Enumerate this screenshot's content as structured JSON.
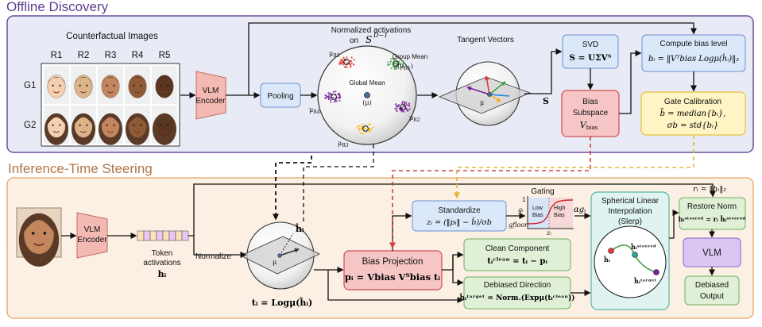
{
  "offline": {
    "title": "Offline Discovery",
    "counterfactual_title": "Counterfactual Images",
    "columns": [
      "R1",
      "R2",
      "R3",
      "R4",
      "R5"
    ],
    "rows": [
      "G1",
      "G2"
    ],
    "skin_tones": [
      "#f4cfb0",
      "#dcb489",
      "#c4875d",
      "#8f5a36",
      "#5a3520"
    ],
    "vlm_encoder": "VLM\nEncoder",
    "pooling": "Pooling",
    "normalized_title": "Normalized activations",
    "normalized_on": "on",
    "normalized_sphere": "S",
    "normalized_sup": "D−1",
    "group_mean": "Group Mean",
    "group_mean_sym": "(μ",
    "group_mean_sub": "R1",
    "global_mean": "Global Mean",
    "global_mean_sym": "(μ)",
    "mu_r5": "μ",
    "mu_r5_sub": "R5",
    "mu_r4": "μ",
    "mu_r4_sub": "R4",
    "mu_r2": "μ",
    "mu_r2_sub": "R2",
    "mu_r3": "μ",
    "mu_r3_sub": "R3",
    "cluster_colors": [
      "#e53935",
      "#43a047",
      "#7b1fa2",
      "#fbc02d"
    ],
    "tangent_title": "Tangent Vectors",
    "tangent_mu": "μ",
    "s_label": "S",
    "svd_title": "SVD",
    "svd_formula": "S = UΣVᵀ",
    "bias_subspace": "Bias\nSubspace",
    "bias_subspace_sym": "V",
    "bias_subspace_sub": "bias",
    "compute_bias_title": "Compute bias level",
    "compute_bias_formula": "bᵢ = ‖Vᵀbias Logμ(ĥᵢ)‖₂",
    "gate_title": "Gate Calibration",
    "gate_formula1": "b̃ = median{bᵢ},",
    "gate_formula2": "σb = std{bᵢ}"
  },
  "inference": {
    "title": "Inference-Time Steering",
    "vlm_encoder": "VLM\nEncoder",
    "token_label": "Token\nactivations",
    "token_sym": "hᵢ",
    "normalize": "Normalize",
    "tangent_hat": "ĥᵢ",
    "tangent_mu": "μ",
    "log_formula": "tᵢ = Logμ(ĥᵢ)",
    "bias_projection_title": "Bias Projection",
    "bias_projection_formula": "pᵢ = Vbias Vᵀbias tᵢ",
    "standardize_title": "Standardize",
    "standardize_formula": "zᵢ = (‖pᵢ‖ − b̃)/σb",
    "gating_title": "Gating",
    "gating_one": "1",
    "gating_g": "gᵢ",
    "gating_gfloor": "gfloor",
    "gating_low": "Low\nBias",
    "gating_high": "High\nBias",
    "gating_z": "zᵢ",
    "alpha_g": "αgᵢ",
    "clean_title": "Clean Component",
    "clean_formula": "tᵢᶜˡᵉᵃⁿ = tᵢ − pᵢ",
    "debiased_dir_title": "Debiased Direction",
    "debiased_dir_formula": "ĥᵢᵗᵃʳᵍᵉᵗ = Norm.(Expμ(tᵢᶜˡᵉᵃⁿ))",
    "slerp_title": "Spherical Linear\nInterpolation\n(Slerp)",
    "slerp_h": "ĥᵢ",
    "slerp_steered": "ĥᵢˢᵗᵉᵉʳᵉᵈ",
    "slerp_target": "ĥᵢᵗᵃʳᵍᵉᵗ",
    "r_formula": "rᵢ = ‖hᵢ‖₂",
    "restore_title": "Restore Norm",
    "restore_formula": "hᵢˢᵗᵉᵉʳᵉᵈ = rᵢ ĥᵢˢᵗᵉᵉʳᵉᵈ",
    "vlm": "VLM",
    "debiased_output": "Debiased\nOutput",
    "token_colors": [
      "#fde2b8",
      "#e9c7f2",
      "#fde2b8",
      "#e9c7f2",
      "#fde2b8",
      "#e9c7f2",
      "#fde2b8",
      "#e9c7f2"
    ]
  },
  "colors": {
    "offline_bg": "#e8ebf5",
    "offline_border": "#6a4c9c",
    "inference_bg": "#fbf0e3",
    "inference_border": "#e8b07a",
    "encoder": "#f4b9b2",
    "blue_box": "#dbe8fa",
    "blue_border": "#6b8fd1",
    "red_box": "#f6c6c6",
    "red_border": "#d14b4b",
    "yellow_box": "#fff4c4",
    "yellow_border": "#e8c23a",
    "green_box": "#dff0d6",
    "green_border": "#6fb15c",
    "teal_box": "#dff4f0",
    "teal_border": "#5cb6a5",
    "purple_box": "#d9c6f2",
    "purple_border": "#8a66c7"
  }
}
